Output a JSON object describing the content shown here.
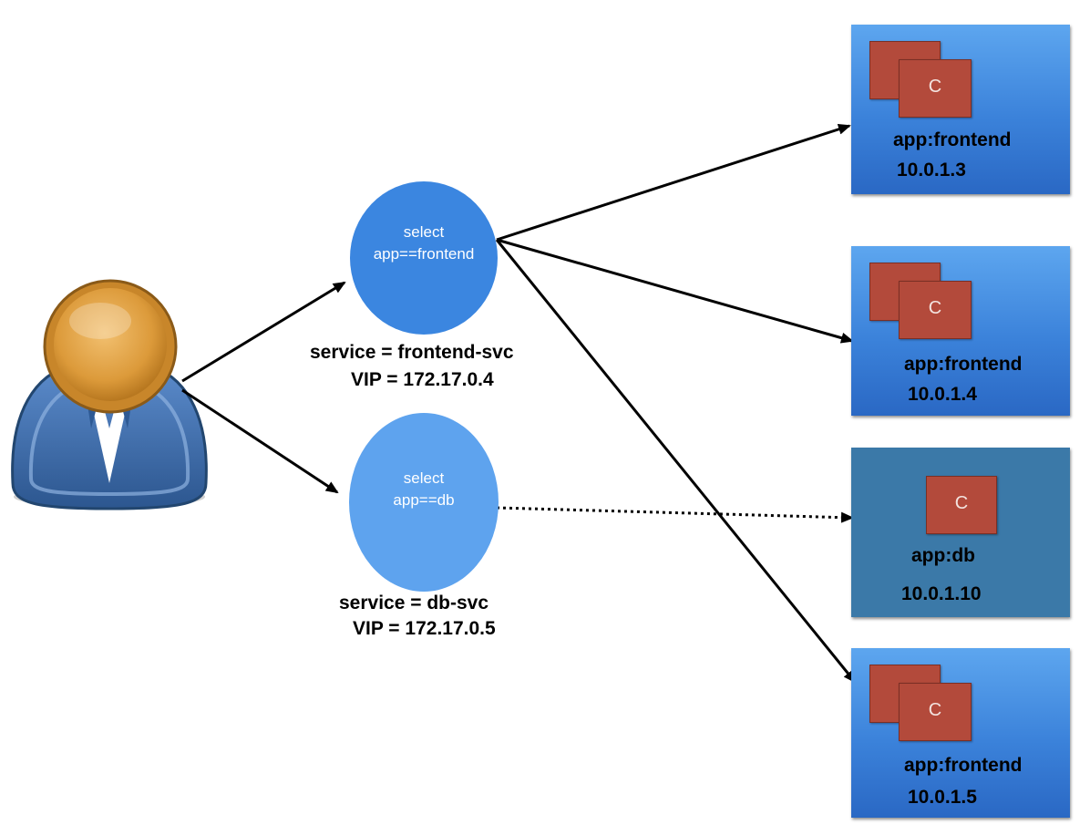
{
  "services": [
    {
      "id": "frontend",
      "select_line1": "select",
      "select_line2": "app==frontend",
      "name_label": "service = frontend-svc",
      "vip_label": "VIP = 172.17.0.4"
    },
    {
      "id": "db",
      "select_line1": "select",
      "select_line2": "app==db",
      "name_label": "service = db-svc",
      "vip_label": "VIP = 172.17.0.5"
    }
  ],
  "pods": [
    {
      "app": "app:frontend",
      "ip": "10.0.1.3",
      "container": "C"
    },
    {
      "app": "app:frontend",
      "ip": "10.0.1.4",
      "container": "C"
    },
    {
      "app": "app:db",
      "ip": "10.0.1.10",
      "container": "C"
    },
    {
      "app": "app:frontend",
      "ip": "10.0.1.5",
      "container": "C"
    }
  ],
  "colors": {
    "service_frontend": "#3b86e0",
    "service_db": "#5ea3ee",
    "pod_blue": "#3b82da",
    "pod_db": "#3b79a8",
    "container": "#b34a3b",
    "user_head": "#e0a040",
    "user_body": "#3a68a8"
  },
  "icons": {
    "user": "user-icon"
  }
}
